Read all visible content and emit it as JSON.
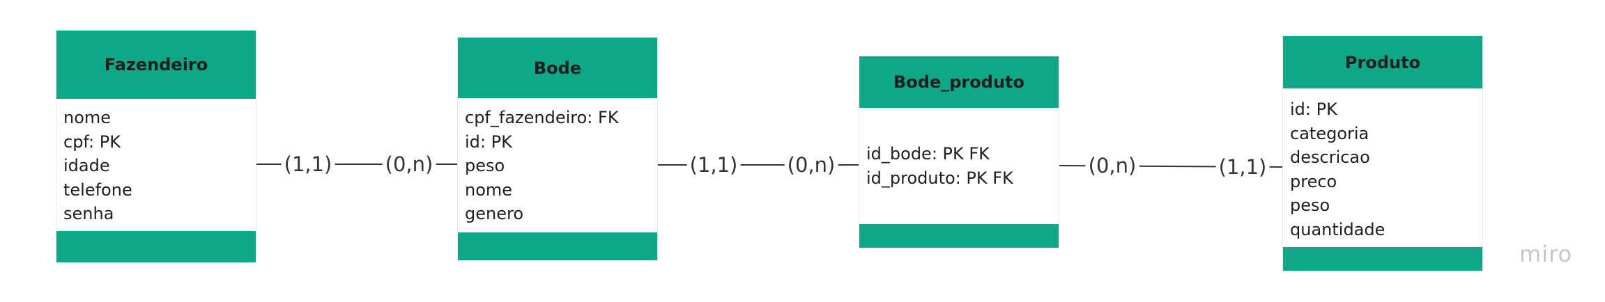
{
  "colors": {
    "header": "#0ea888",
    "line": "#333333",
    "text": "#1f1f1f",
    "watermark": "#c3c6cc"
  },
  "entities": {
    "fazendeiro": {
      "title": "Fazendeiro",
      "attributes": [
        "nome",
        "cpf: PK",
        "idade",
        "telefone",
        "senha"
      ]
    },
    "bode": {
      "title": "Bode",
      "attributes": [
        "cpf_fazendeiro: FK",
        "id: PK",
        "peso",
        "nome",
        "genero"
      ]
    },
    "bode_produto": {
      "title": "Bode_produto",
      "attributes": [
        "id_bode: PK FK",
        "id_produto: PK FK"
      ]
    },
    "produto": {
      "title": "Produto",
      "attributes": [
        "id: PK",
        "categoria",
        "descricao",
        "preco",
        "peso",
        "quantidade"
      ]
    }
  },
  "relationships": [
    {
      "from": "Fazendeiro",
      "to": "Bode",
      "from_cardinality": "(1,1)",
      "to_cardinality": "(0,n)"
    },
    {
      "from": "Bode",
      "to": "Bode_produto",
      "from_cardinality": "(1,1)",
      "to_cardinality": "(0,n)"
    },
    {
      "from": "Bode_produto",
      "to": "Produto",
      "from_cardinality": "(0,n)",
      "to_cardinality": "(1,1)"
    }
  ],
  "watermark": "miro"
}
